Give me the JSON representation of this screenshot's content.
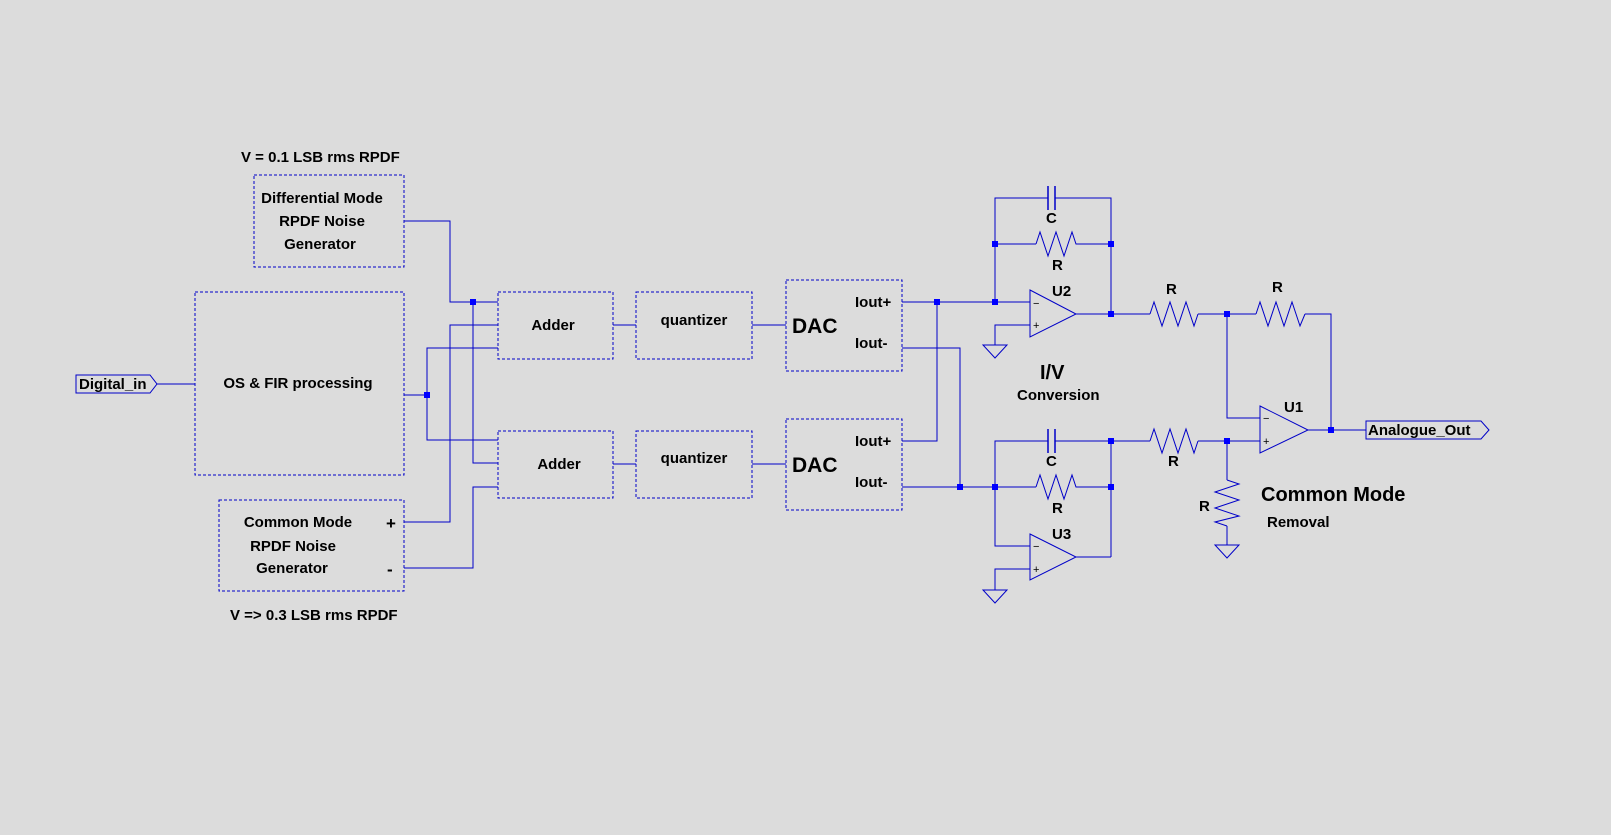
{
  "colors": {
    "background": "#dcdcdc",
    "wire": "#0000c8",
    "text": "#000000",
    "junction": "#0000ff"
  },
  "labels": {
    "dm_voltage": "V = 0.1 LSB rms RPDF",
    "cm_voltage": "V => 0.3 LSB rms RPDF",
    "dm_block": [
      "Differential Mode",
      "RPDF Noise",
      "Generator"
    ],
    "os_fir": "OS & FIR processing",
    "cm_block": [
      "Common Mode",
      "RPDF Noise",
      "Generator"
    ],
    "cm_plus": "+",
    "cm_minus": "-",
    "adder_top": "Adder",
    "adder_bottom": "Adder",
    "quantizer_top": "quantizer",
    "quantizer_bottom": "quantizer",
    "dac_top": "DAC",
    "dac_bottom": "DAC",
    "iout_plus": "Iout+",
    "iout_minus": "Iout-",
    "digital_in": "Digital_in",
    "analogue_out": "Analogue_Out",
    "iv_title": "I/V",
    "iv_sub": "Conversion",
    "cm_removal_title": "Common Mode",
    "cm_removal_sub": "Removal",
    "c": "C",
    "r": "R",
    "u1": "U1",
    "u2": "U2",
    "u3": "U3",
    "op_minus": "−",
    "op_plus": "+"
  }
}
